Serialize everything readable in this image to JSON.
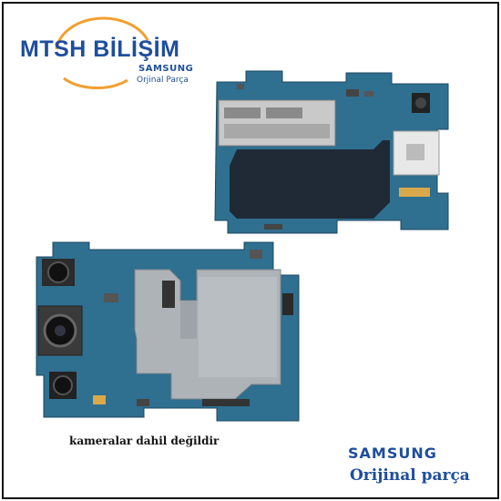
{
  "logo": {
    "name": "MTSH BİLİŞİM",
    "brand": "SAMSUNG",
    "subtitle": "Orjinal Parça"
  },
  "caption": "kameralar dahil değildir",
  "footer": {
    "brand": "SAMSUNG",
    "subtitle": "Orijinal parça"
  },
  "colors": {
    "brand_blue": "#1e4e9c",
    "logo_orange": "#f0a030",
    "pcb_blue": "#2f6f8f",
    "shield_dark": "#1f2a36",
    "shield_metal": "#aeb3b8"
  }
}
